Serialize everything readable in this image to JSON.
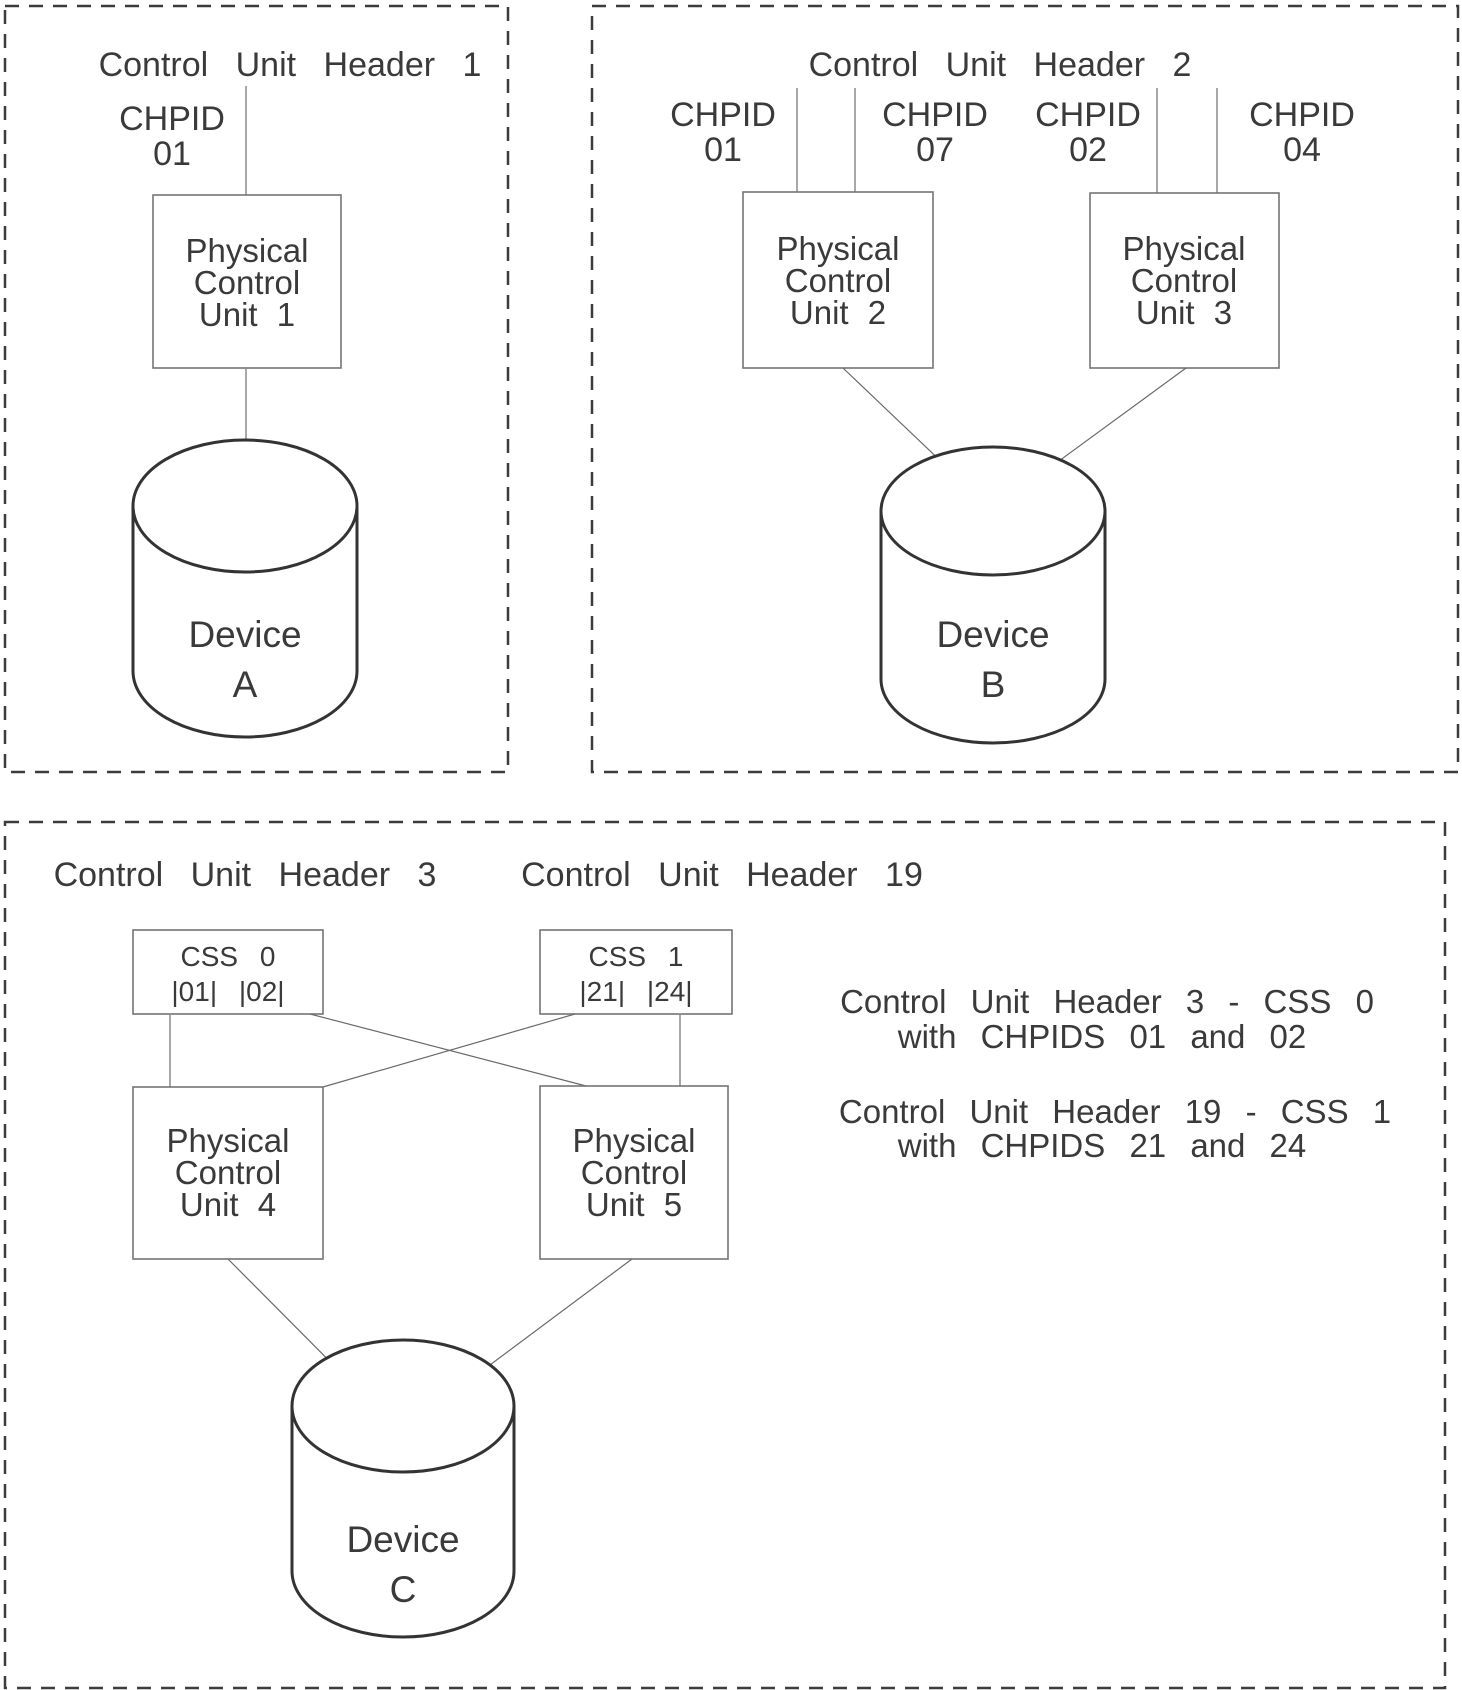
{
  "colors": {
    "ink": "#3a3a3a",
    "panel_border": "#3c3c3c",
    "box_border": "#757575",
    "connector": "#8a8a8a",
    "cylinder_outline": "#333333"
  },
  "panel1": {
    "title": "Control Unit Header 1",
    "chpid": {
      "label": "CHPID",
      "value": "01"
    },
    "pcu1": {
      "line1": "Physical",
      "line2": "Control",
      "line3": "Unit 1"
    },
    "device_a": {
      "line1": "Device",
      "line2": "A"
    }
  },
  "panel2": {
    "title": "Control Unit Header 2",
    "chpids": [
      {
        "label": "CHPID",
        "value": "01"
      },
      {
        "label": "CHPID",
        "value": "07"
      },
      {
        "label": "CHPID",
        "value": "02"
      },
      {
        "label": "CHPID",
        "value": "04"
      }
    ],
    "pcu2": {
      "line1": "Physical",
      "line2": "Control",
      "line3": "Unit 2"
    },
    "pcu3": {
      "line1": "Physical",
      "line2": "Control",
      "line3": "Unit 3"
    },
    "device_b": {
      "line1": "Device",
      "line2": "B"
    }
  },
  "panel3": {
    "title_css0": "Control Unit Header 3",
    "title_css1": "Control Unit Header 19",
    "css0": {
      "label": "CSS 0",
      "chpids": "|01| |02|"
    },
    "css1": {
      "label": "CSS 1",
      "chpids": "|21| |24|"
    },
    "pcu4": {
      "line1": "Physical",
      "line2": "Control",
      "line3": "Unit 4"
    },
    "pcu5": {
      "line1": "Physical",
      "line2": "Control",
      "line3": "Unit 5"
    },
    "device_c": {
      "line1": "Device",
      "line2": "C"
    },
    "note_css0": {
      "line1": "Control Unit Header 3 - CSS 0",
      "line2": "with CHPIDS 01 and 02"
    },
    "note_css1": {
      "line1": "Control Unit Header 19 - CSS 1",
      "line2": "with CHPIDS 21 and 24"
    }
  }
}
